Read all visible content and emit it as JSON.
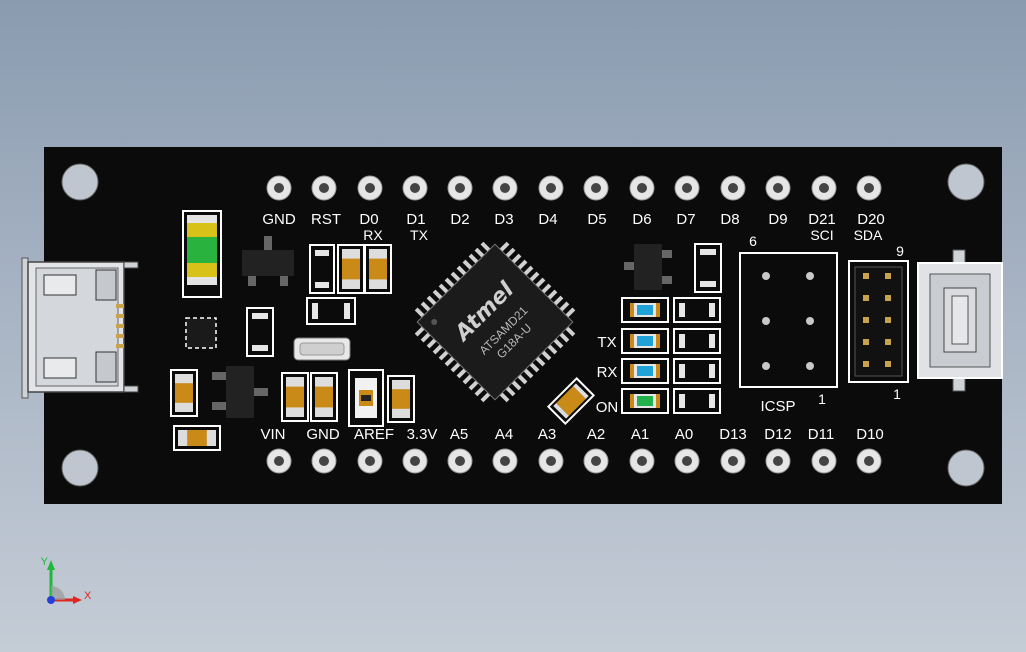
{
  "board": {
    "top_pins": [
      "GND",
      "RST",
      "D0",
      "D1",
      "D2",
      "D3",
      "D4",
      "D5",
      "D6",
      "D7",
      "D8",
      "D9",
      "D21",
      "D20"
    ],
    "top_sublabels": [
      "RX",
      "TX",
      "SCI",
      "SDA"
    ],
    "bottom_pins": [
      "VIN",
      "GND",
      "AREF",
      "3.3V",
      "A5",
      "A4",
      "A3",
      "A2",
      "A1",
      "A0",
      "D13",
      "D12",
      "D11",
      "D10"
    ],
    "led_labels": [
      "TX",
      "RX",
      "ON"
    ],
    "chip_logo": "Atmel",
    "chip_part": "ATSAMD21",
    "chip_part2": "G18A-U",
    "icsp_label": "ICSP",
    "icsp_pin_first": "6",
    "icsp_pin_last": "1",
    "header_pin_first": "9",
    "header_pin_last": "1"
  },
  "triad": {
    "x_label": "X",
    "y_label": "Y"
  },
  "colors": {
    "pcb": "#0b0b0b",
    "silkscreen": "#ffffff",
    "pad": "#d8d8d8",
    "smd_body": "#c98a17",
    "led_blue": "#1fa2d8",
    "led_green": "#22b24c",
    "axis_x": "#e0261e",
    "axis_y": "#1fb83a",
    "axis_z": "#2540d8"
  }
}
